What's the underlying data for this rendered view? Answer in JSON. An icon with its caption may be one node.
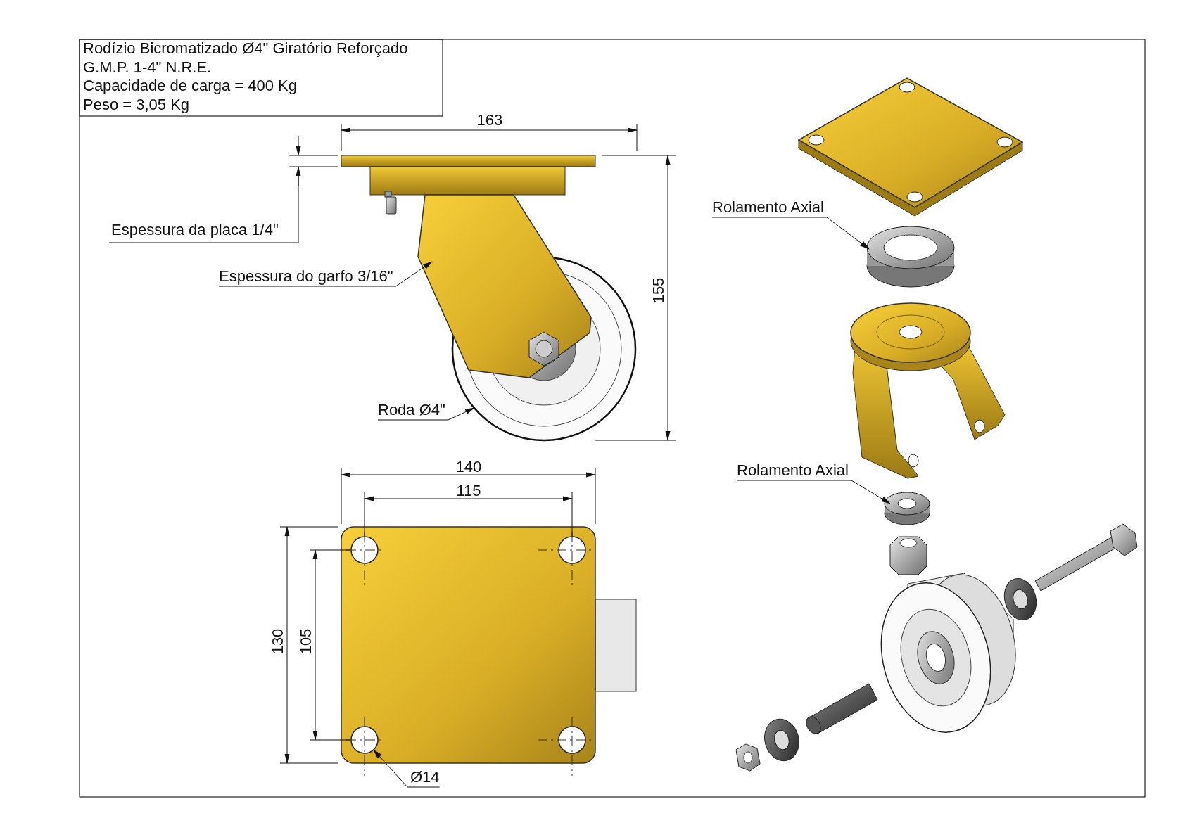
{
  "diagram": {
    "nodes": [
      {
        "text": [
          "Espessura do garfo 3/16\""
        ]
      },
      {
        "text": [],
        "shape": "picture"
      },
      {
        "text": [
          "Roda Ø4\""
        ]
      },
      {
        "text": [],
        "shape": "picture"
      },
      {
        "text": [
          "Rolamento Axial"
        ]
      },
      {
        "text": [],
        "shape": "picture"
      },
      {
        "text": [
          "Rolamento Axial"
        ]
      },
      {
        "text": [],
        "shape": "picture"
      },
      {
        "text": [
          "Ø14"
        ]
      },
      {
        "text": [],
        "shape": "circle"
      }
    ],
    "edges": [
      {
        "from": 0,
        "to": 1,
        "arrow": "to"
      },
      {
        "from": 2,
        "to": 3,
        "arrow": "to"
      },
      {
        "from": 4,
        "to": 5,
        "arrow": "to"
      },
      {
        "from": 6,
        "to": 7,
        "arrow": "to"
      },
      {
        "from": 8,
        "to": 9,
        "arrow": "to"
      }
    ],
    "labels": [
      "Rodízio Bicromatizado Ø4\" Giratório Reforçado",
      "G.M.P. 1-4\" N.R.E.",
      "Capacidade de carga = 400 Kg",
      "Peso = 3,05 Kg",
      "163",
      "Espessura da placa 1/4\"",
      "155",
      "140",
      "115",
      "130",
      "105"
    ]
  }
}
